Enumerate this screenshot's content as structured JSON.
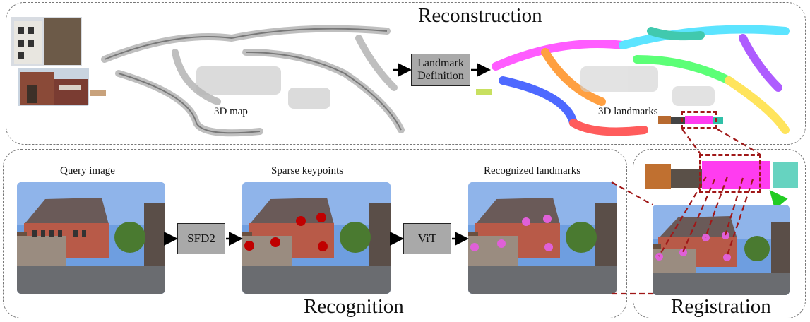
{
  "panels": {
    "reconstruction": "Reconstruction",
    "recognition": "Recognition",
    "registration": "Registration"
  },
  "labels": {
    "map": "3D map",
    "landmarks": "3D landmarks",
    "query": "Query image",
    "keypoints": "Sparse keypoints",
    "recognized": "Recognized landmarks"
  },
  "boxes": {
    "landmark_definition_line1": "Landmark",
    "landmark_definition_line2": "Definition",
    "sfd2": "SFD2",
    "vit": "ViT"
  },
  "colors": {
    "keypoint": "#c00000",
    "landmark_point": "#e060d8",
    "highlight_dashed": "#a01818",
    "box_fill": "#a9a9a9"
  }
}
